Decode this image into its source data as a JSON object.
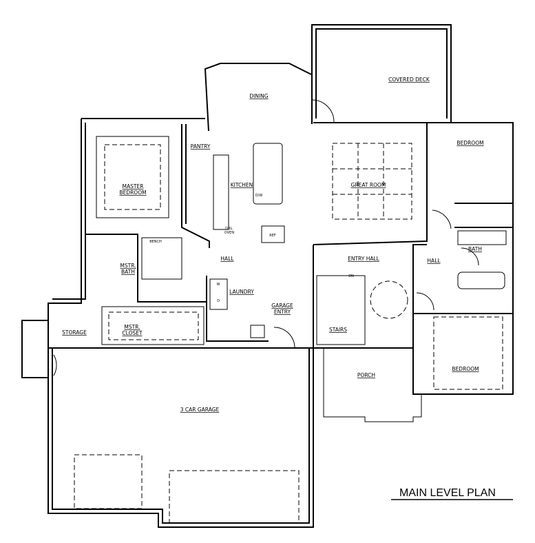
{
  "plan_title": "MAIN LEVEL PLAN",
  "rooms": {
    "covered_deck": "COVERED DECK",
    "dining": "DINING",
    "bedroom_ne": "BEDROOM",
    "pantry": "PANTRY",
    "master_bedroom_1": "MASTER",
    "master_bedroom_2": "BEDROOM",
    "kitchen": "KITCHEN",
    "great_room": "GREAT ROOM",
    "bath": "BATH",
    "mstr_bath_1": "MSTR.",
    "mstr_bath_2": "BATH",
    "hall_center": "HALL",
    "entry_hall": "ENTRY HALL",
    "hall_right": "HALL",
    "laundry": "LAUNDRY",
    "garage_entry_1": "GARAGE",
    "garage_entry_2": "ENTRY",
    "stairs": "STAIRS",
    "storage": "STORAGE",
    "mstr_closet_1": "MSTR.",
    "mstr_closet_2": "CLOSET",
    "bedroom_se": "BEDROOM",
    "porch": "PORCH",
    "garage": "3 CAR GARAGE"
  },
  "fixtures": {
    "bench": "BENCH",
    "oven_1": "DBL.",
    "oven_2": "OVEN",
    "ref": "REF",
    "dw": "D/W",
    "dn": "DN",
    "washer": "W",
    "dryer": "D"
  }
}
